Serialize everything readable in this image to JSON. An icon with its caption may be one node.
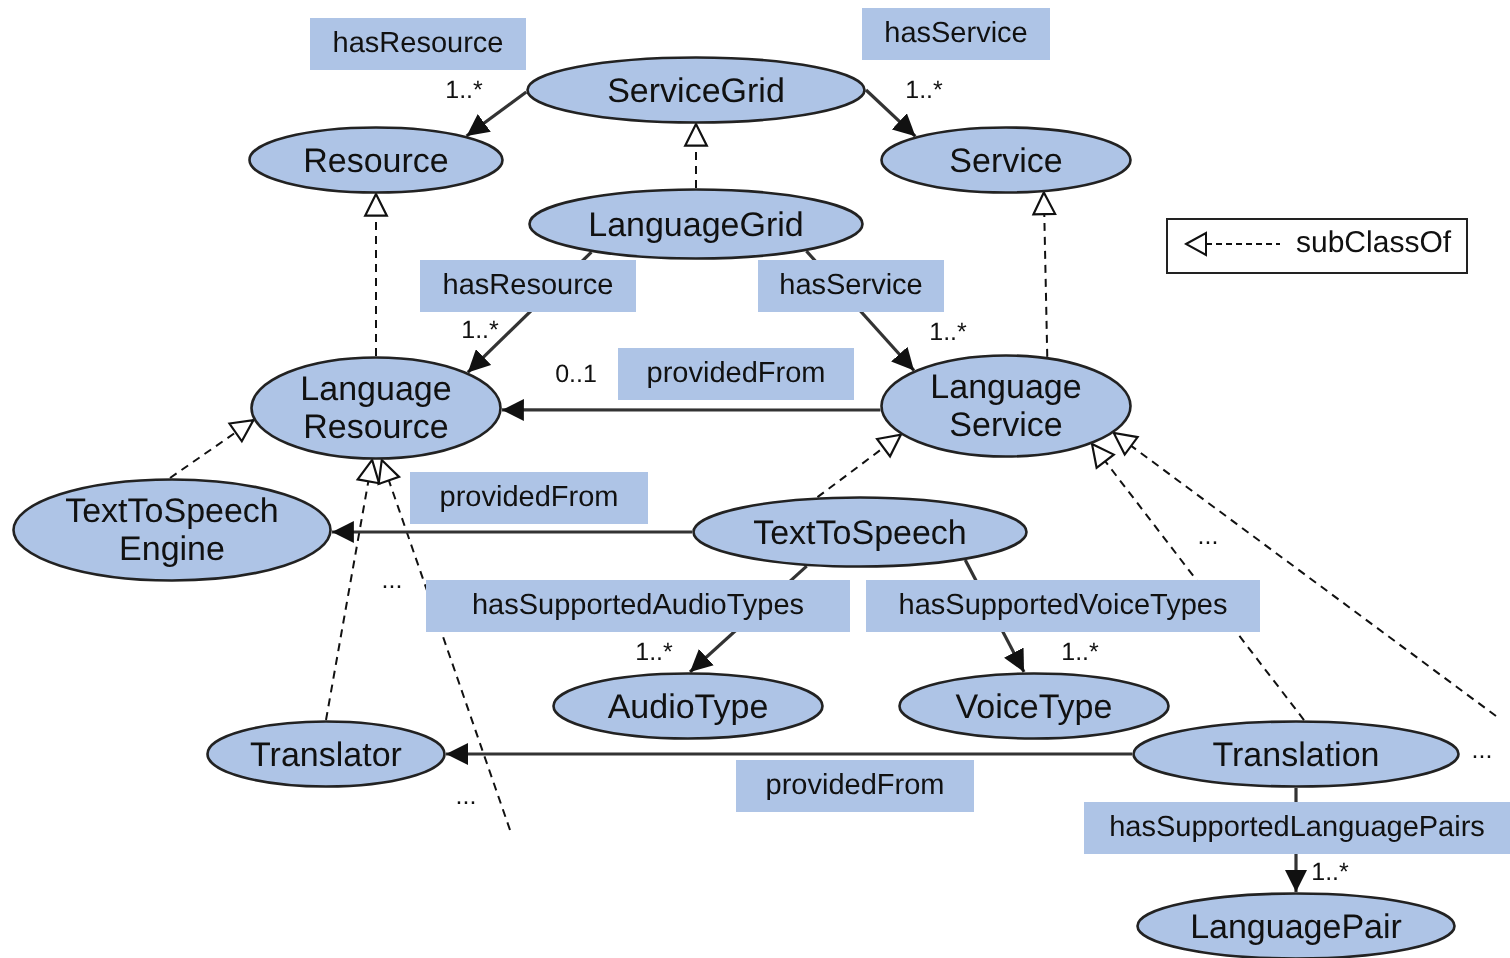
{
  "diagram": {
    "nodes": [
      {
        "text": [
          "ServiceGrid"
        ]
      },
      {
        "text": [
          "Resource"
        ]
      },
      {
        "text": [
          "Service"
        ]
      },
      {
        "text": [
          "LanguageGrid"
        ]
      },
      {
        "text": [
          "Language Resource"
        ]
      },
      {
        "text": [
          "Language Service"
        ]
      },
      {
        "text": [
          "TextToSpeech Engine"
        ]
      },
      {
        "text": [
          "TextToSpeech"
        ]
      },
      {
        "text": [
          "AudioType"
        ]
      },
      {
        "text": [
          "VoiceType"
        ]
      },
      {
        "text": [
          "Translator"
        ]
      },
      {
        "text": [
          "Translation"
        ]
      },
      {
        "text": [
          "LanguagePair"
        ]
      }
    ],
    "edges": [
      {
        "from": 0,
        "to": 1,
        "arrow": "to",
        "label": "hasResource"
      },
      {
        "from": 0,
        "to": 2,
        "arrow": "to",
        "label": "hasService"
      },
      {
        "from": 3,
        "to": 0,
        "arrow": "to",
        "style": "dashed"
      },
      {
        "from": 4,
        "to": 1,
        "arrow": "to",
        "style": "dashed"
      },
      {
        "from": 5,
        "to": 2,
        "arrow": "to",
        "style": "dashed"
      },
      {
        "from": 3,
        "to": 4,
        "arrow": "to",
        "label": "hasResource"
      },
      {
        "from": 3,
        "to": 5,
        "arrow": "to",
        "label": "hasService"
      },
      {
        "from": 5,
        "to": 4,
        "arrow": "to",
        "label": "providedFrom"
      },
      {
        "from": 6,
        "to": 4,
        "arrow": "to",
        "style": "dashed"
      },
      {
        "from": 10,
        "to": 4,
        "arrow": "to",
        "style": "dashed"
      },
      {
        "from": null,
        "to": 4,
        "arrow": "to",
        "style": "dashed"
      },
      {
        "from": 7,
        "to": 5,
        "arrow": "to",
        "style": "dashed"
      },
      {
        "from": 11,
        "to": 5,
        "arrow": "to",
        "style": "dashed"
      },
      {
        "from": null,
        "to": 5,
        "arrow": "to",
        "style": "dashed"
      },
      {
        "from": 7,
        "to": 6,
        "arrow": "to",
        "label": "providedFrom"
      },
      {
        "from": 7,
        "to": 8,
        "arrow": "to",
        "label": "hasSupportedAudioTypes"
      },
      {
        "from": 7,
        "to": 9,
        "arrow": "to",
        "label": "hasSupportedVoiceTypes"
      },
      {
        "from": 11,
        "to": 10,
        "arrow": "to",
        "label": "providedFrom"
      },
      {
        "from": 11,
        "to": 12,
        "arrow": "to",
        "label": "hasSupportedLanguagePairs"
      }
    ],
    "labels": [
      "1..*",
      "1..*",
      "1..*",
      "1..*",
      "0..1",
      "...",
      "...",
      "1..*",
      "1..*",
      "...",
      "...",
      "1..*"
    ],
    "legend": [
      {
        "text": "subClassOf"
      }
    ]
  }
}
